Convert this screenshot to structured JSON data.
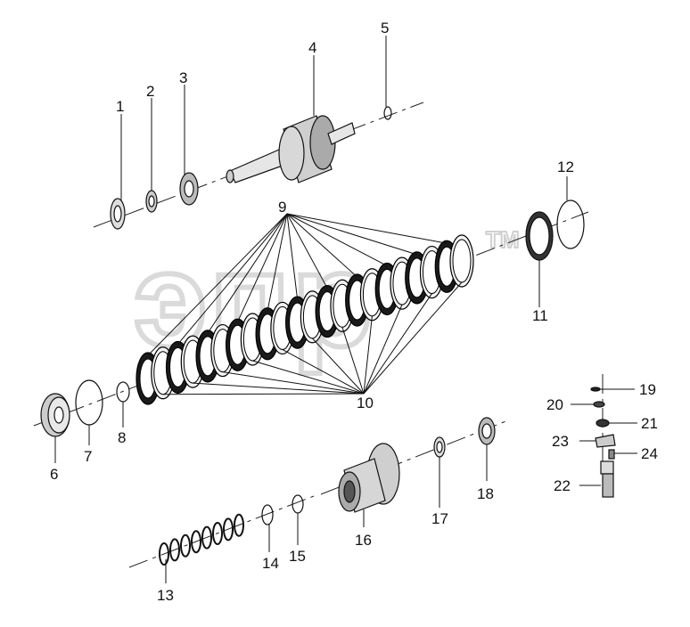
{
  "watermark": {
    "text": "эпр",
    "tm": "TM"
  },
  "labels": {
    "p1": "1",
    "p2": "2",
    "p3": "3",
    "p4": "4",
    "p5": "5",
    "p6": "6",
    "p7": "7",
    "p8": "8",
    "p9": "9",
    "p10": "10",
    "p11": "11",
    "p12": "12",
    "p13": "13",
    "p14": "14",
    "p15": "15",
    "p16": "16",
    "p17": "17",
    "p18": "18",
    "p19": "19",
    "p20": "20",
    "p21": "21",
    "p22": "22",
    "p23": "23",
    "p24": "24"
  }
}
